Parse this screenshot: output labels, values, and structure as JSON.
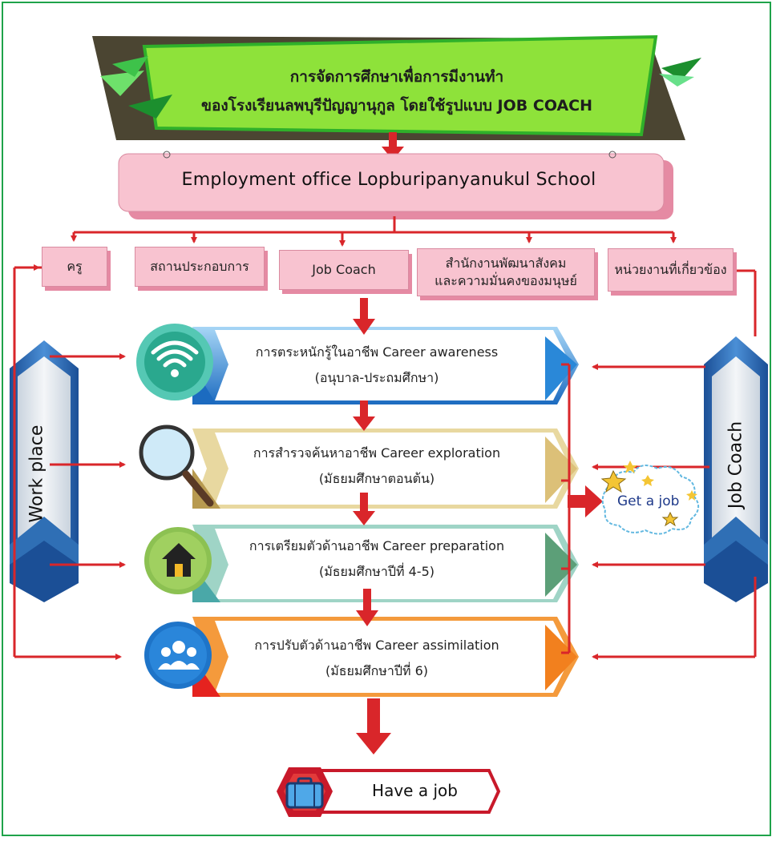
{
  "title": {
    "line1": "การจัดการศึกษาเพื่อการมีงานทำ",
    "line2": "ของโรงเรียนลพบุรีปัญญานุกูล โดยใช้รูปแบบ JOB COACH"
  },
  "office": {
    "label": "Employment  office Lopburipanyanukul School"
  },
  "partners": [
    {
      "label": "ครู"
    },
    {
      "label": "สถานประกอบการ"
    },
    {
      "label": "Job Coach"
    },
    {
      "label": "สำนักงานพัฒนาสังคม\nและความมั่นคงของมนุษย์"
    },
    {
      "label": "หน่วยงานที่เกี่ยวข้อง"
    }
  ],
  "stages": [
    {
      "title": "การตระหนักรู้ในอาชีพ Career awareness",
      "level": "(อนุบาล-ประถมศึกษา)",
      "icon": "wifi-icon",
      "color": "#2a88d8"
    },
    {
      "title": "การสำรวจค้นหาอาชีพ Career exploration",
      "level": "(มัธยมศึกษาตอนต้น)",
      "icon": "magnifier-icon",
      "color": "#dcc078"
    },
    {
      "title": "การเตรียมตัวด้านอาชีพ Career preparation",
      "level": "(มัธยมศึกษาปีที่ 4-5)",
      "icon": "house-icon",
      "color": "#4aa8a8"
    },
    {
      "title": "การปรับตัวด้านอาชีพ Career assimilation",
      "level": "(มัธยมศึกษาปีที่ 6)",
      "icon": "people-icon",
      "color": "#f2801e"
    }
  ],
  "sides": {
    "left": "Work place",
    "right": "Job Coach"
  },
  "get_job": "Get a job",
  "have_job": "Have a job",
  "colors": {
    "arrow": "#d9262a",
    "title_bg": "#8ee23a",
    "office_bg": "#f8c3d0",
    "side_banner": "#2f6fb5"
  }
}
